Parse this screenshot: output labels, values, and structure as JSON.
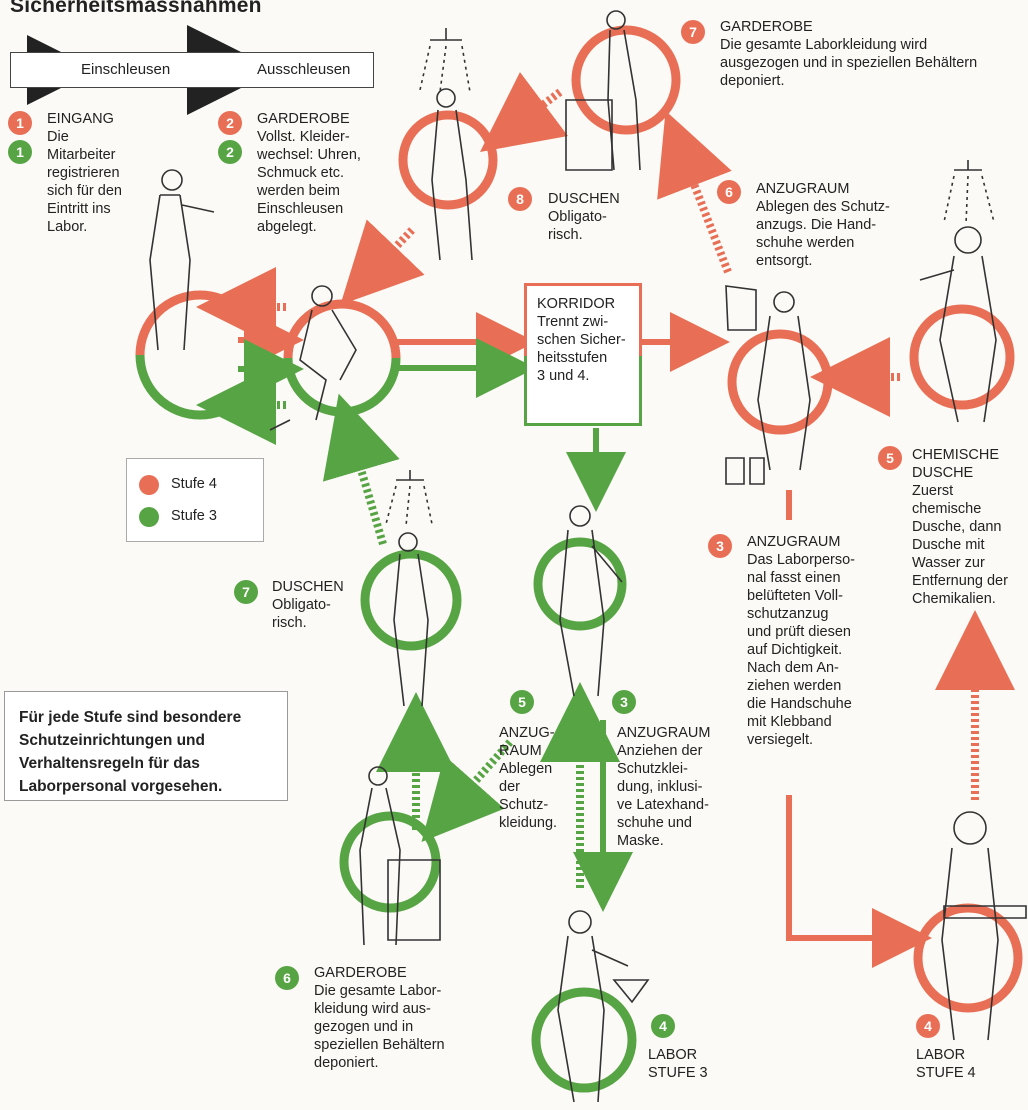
{
  "title": "Sicherheitsmassnahmen",
  "legend": {
    "enter": "Einschleusen",
    "exit": "Ausschleusen"
  },
  "stufe_legend": {
    "stufe4": "Stufe 4",
    "stufe3": "Stufe 3"
  },
  "colors": {
    "stufe4": "#e86f55",
    "stufe3": "#57a444"
  },
  "note": {
    "lines": [
      "Für jede Stufe sind besondere",
      "Schutzeinrichtungen und",
      "Verhaltensregeln für das",
      "Laborpersonal vorgesehen."
    ]
  },
  "steps": {
    "eingang": {
      "number": "1",
      "heading": "EINGANG",
      "lines": [
        "Die",
        "Mitarbeiter",
        "registrieren",
        "sich für den",
        "Eintritt ins",
        "Labor."
      ]
    },
    "garderobe_in": {
      "number": "2",
      "heading": "GARDEROBE",
      "lines": [
        "Vollst. Kleider-",
        "wechsel: Uhren,",
        "Schmuck etc.",
        "werden beim",
        "Einschleusen",
        "abgelegt."
      ]
    },
    "korridor": {
      "heading": "KORRIDOR",
      "lines": [
        "Trennt zwi-",
        "schen Sicher-",
        "heitsstufen",
        "3 und 4."
      ]
    },
    "garderobe_out4": {
      "number": "7",
      "heading": "GARDEROBE",
      "lines": [
        "Die gesamte Laborkleidung wird",
        "ausgezogen und in speziellen Behältern",
        "deponiert."
      ]
    },
    "duschen4": {
      "number": "8",
      "heading": "DUSCHEN",
      "lines": [
        "Obligato-",
        "risch."
      ]
    },
    "anzugraum_ablegen4": {
      "number": "6",
      "heading": "ANZUGRAUM",
      "lines": [
        "Ablegen des Schutz-",
        "anzugs. Die Hand-",
        "schuhe werden",
        "entsorgt."
      ]
    },
    "chemische_dusche": {
      "number": "5",
      "heading": "CHEMISCHE",
      "lines": [
        "DUSCHE",
        "Zuerst",
        "chemische",
        "Dusche, dann",
        "Dusche mit",
        "Wasser zur",
        "Entfernung der",
        "Chemikalien."
      ]
    },
    "anzugraum_anlegen4": {
      "number": "3",
      "heading": "ANZUGRAUM",
      "lines": [
        "Das Laborperso-",
        "nal fasst einen",
        "belüfteten Voll-",
        "schutzanzug",
        "und prüft diesen",
        "auf Dichtigkeit.",
        "Nach dem An-",
        "ziehen werden",
        "die Handschuhe",
        "mit Klebband",
        "versiegelt."
      ]
    },
    "labor4": {
      "number": "4",
      "lines": [
        "LABOR",
        "STUFE 4"
      ]
    },
    "duschen3": {
      "number": "7",
      "heading": "DUSCHEN",
      "lines": [
        "Obligato-",
        "risch."
      ]
    },
    "anzugraum_ablegen3": {
      "number": "5",
      "lines": [
        "ANZUG-",
        "RAUM",
        "Ablegen",
        "der",
        "Schutz-",
        "kleidung."
      ]
    },
    "anzugraum_anlegen3": {
      "number": "3",
      "heading": "ANZUGRAUM",
      "lines": [
        "Anziehen der",
        "Schutzklei-",
        "dung, inklusi-",
        "ve Latexhand-",
        "schuhe und",
        "Maske."
      ]
    },
    "garderobe_out3": {
      "number": "6",
      "heading": "GARDEROBE",
      "lines": [
        "Die gesamte Labor-",
        "kleidung wird aus-",
        "gezogen und in",
        "speziellen Behältern",
        "deponiert."
      ]
    },
    "labor3": {
      "number": "4",
      "lines": [
        "LABOR",
        "STUFE 3"
      ]
    }
  }
}
